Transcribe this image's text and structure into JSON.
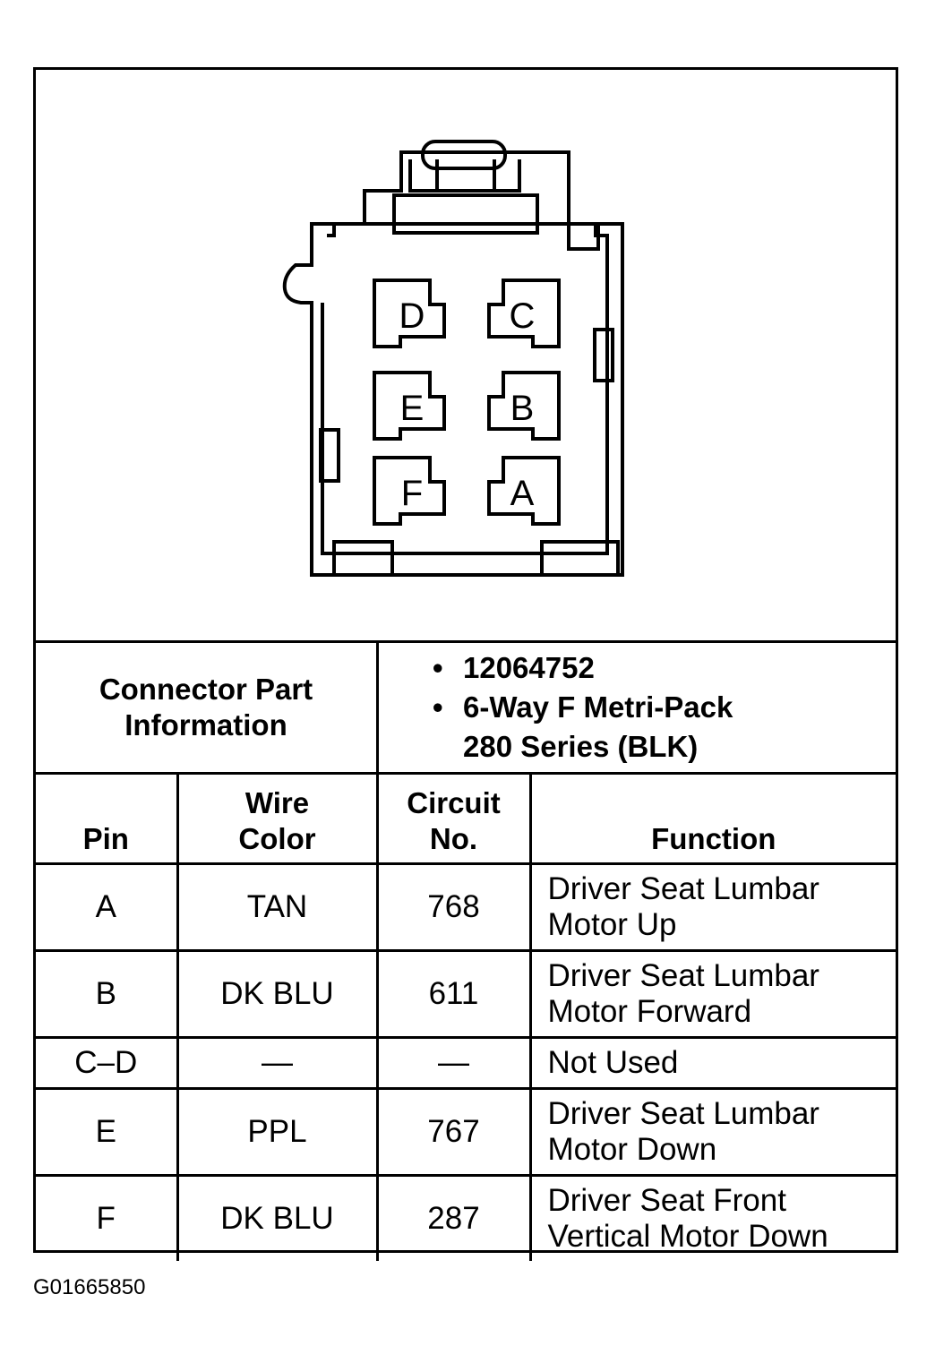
{
  "connector_pins": [
    "D",
    "C",
    "E",
    "B",
    "F",
    "A"
  ],
  "part_info": {
    "label_line1": "Connector Part",
    "label_line2": "Information",
    "bullet": "•",
    "part_number": "12064752",
    "description_line1": "6-Way F Metri-Pack",
    "description_line2": "280 Series (BLK)"
  },
  "table": {
    "headers": {
      "pin": "Pin",
      "wire_color_line1": "Wire",
      "wire_color_line2": "Color",
      "circuit_line1": "Circuit",
      "circuit_line2": "No.",
      "function": "Function"
    },
    "rows": [
      {
        "pin": "A",
        "wire_color": "TAN",
        "circuit": "768",
        "function_line1": "Driver Seat Lumbar",
        "function_line2": "Motor Up"
      },
      {
        "pin": "B",
        "wire_color": "DK BLU",
        "circuit": "611",
        "function_line1": "Driver Seat Lumbar",
        "function_line2": "Motor Forward"
      },
      {
        "pin": "C–D",
        "wire_color": "—",
        "circuit": "—",
        "function_line1": "Not Used",
        "function_line2": ""
      },
      {
        "pin": "E",
        "wire_color": "PPL",
        "circuit": "767",
        "function_line1": "Driver Seat Lumbar",
        "function_line2": "Motor Down"
      },
      {
        "pin": "F",
        "wire_color": "DK BLU",
        "circuit": "287",
        "function_line1": "Driver Seat Front",
        "function_line2": "Vertical Motor Down"
      }
    ]
  },
  "figure_id": "G01665850"
}
